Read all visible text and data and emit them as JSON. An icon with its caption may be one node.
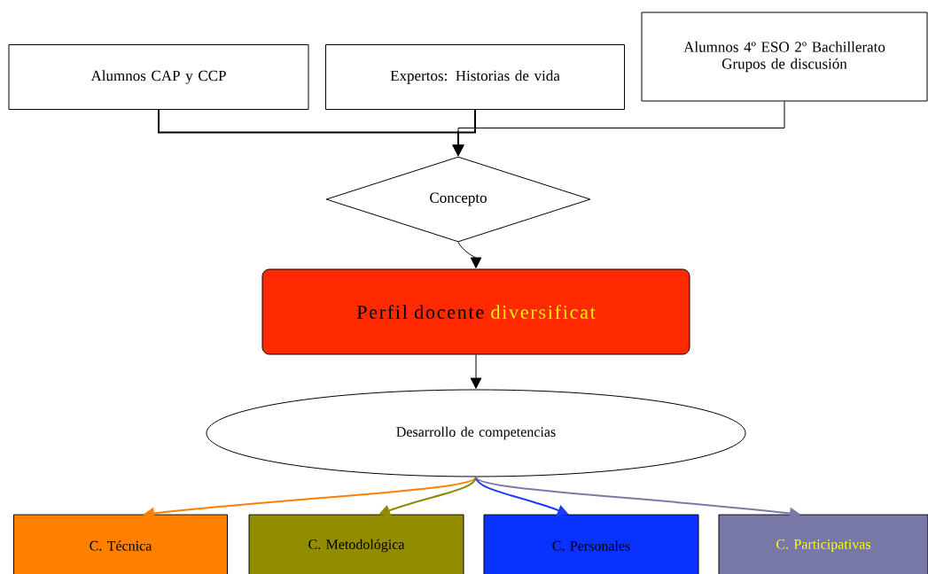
{
  "diagram": {
    "nodes": [
      {
        "text": [
          "Alumnos CAP y CCP"
        ]
      },
      {
        "text": [
          "Expertos: Historias de vida"
        ]
      },
      {
        "text": [
          "Alumnos 4º ESO 2º Bachillerato",
          "Grupos de discusión"
        ]
      },
      {
        "text": [
          "Concepto"
        ]
      },
      {
        "text": [
          "Perfil docente",
          "diversificat"
        ]
      },
      {
        "text": [
          "Desarrollo de competencias"
        ]
      },
      {
        "text": [
          "C. Técnica"
        ]
      },
      {
        "text": [
          "C. Metodológica"
        ]
      },
      {
        "text": [
          "C. Personales"
        ]
      },
      {
        "text": [
          "C. Participativas"
        ]
      }
    ],
    "edges": [
      {
        "from": 0,
        "to": 3,
        "arrow": "to"
      },
      {
        "from": 1,
        "to": 3,
        "arrow": "to"
      },
      {
        "from": 2,
        "to": 3,
        "arrow": "to"
      },
      {
        "from": 3,
        "to": 4,
        "arrow": "to"
      },
      {
        "from": 4,
        "to": 5,
        "arrow": "to"
      },
      {
        "from": 5,
        "to": 6,
        "arrow": "to",
        "color": "#ff7f00"
      },
      {
        "from": 5,
        "to": 7,
        "arrow": "to",
        "color": "#8f8a00"
      },
      {
        "from": 5,
        "to": 8,
        "arrow": "to",
        "color": "#1a3cff"
      },
      {
        "from": 5,
        "to": 9,
        "arrow": "to",
        "color": "#7a7aa8"
      }
    ]
  }
}
